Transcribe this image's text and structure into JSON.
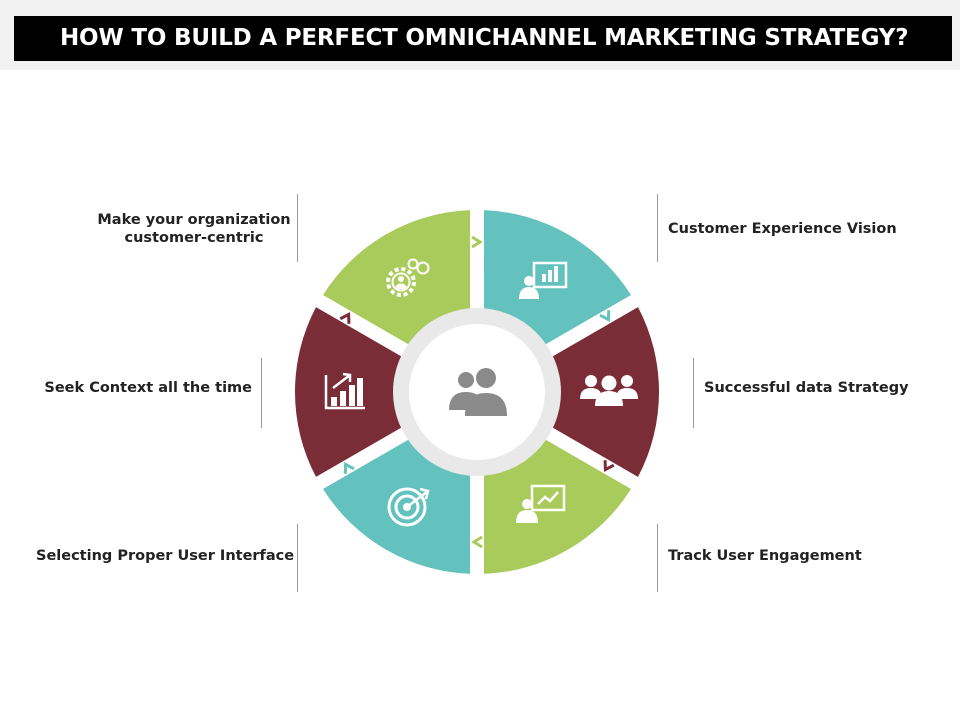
{
  "title": "HOW TO BUILD A PERFECT OMNICHANNEL MARKETING STRATEGY?",
  "colors": {
    "green": "#a9cb5c",
    "teal": "#63c2bd",
    "maroon": "#7b2d37",
    "hub_ring": "#e9e9e9",
    "hub_icon": "#8a8a8a",
    "title_bg": "#000000"
  },
  "segments": [
    {
      "label_lines": [
        "Make your organization",
        "customer-centric"
      ],
      "color": "green",
      "icon": "gear-people-dollar-icon"
    },
    {
      "label": "Customer Experience Vision",
      "color": "teal",
      "icon": "presenter-chart-icon"
    },
    {
      "label": "Successful data Strategy",
      "color": "maroon",
      "icon": "team-icon"
    },
    {
      "label": "Track User Engagement",
      "color": "green",
      "icon": "presenter-growth-chart-icon"
    },
    {
      "label": "Selecting Proper User Interface",
      "color": "teal",
      "icon": "target-icon"
    },
    {
      "label": "Seek Context all the time",
      "color": "maroon",
      "icon": "growth-bar-chart-icon"
    }
  ],
  "hub": {
    "icon": "users-icon"
  }
}
